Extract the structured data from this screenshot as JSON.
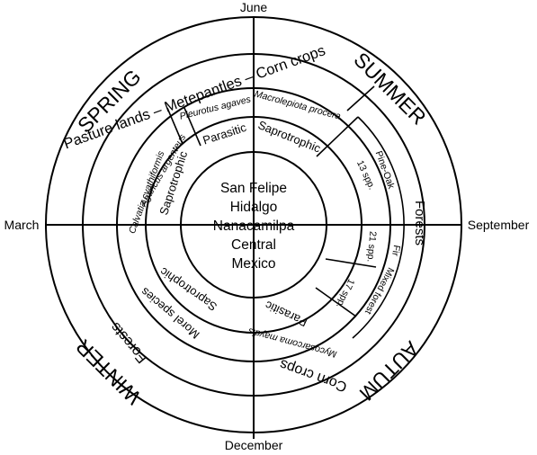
{
  "months": {
    "top": "June",
    "right": "September",
    "bottom": "December",
    "left": "March"
  },
  "seasons": {
    "spring": "SPRING",
    "summer": "SUMMER",
    "autumn": "AUTUM",
    "winter": "WINTER"
  },
  "center_lines": [
    "San Felipe",
    "Hidalgo",
    "Nanacamilpa",
    "Central",
    "Mexico"
  ],
  "habitats": {
    "spring_summer": "Pasture lands – Metepantles – Corn crops",
    "forests_right": "Forests",
    "pine_oak": "Pine-Oak",
    "fir": "Fir",
    "mixed_forest": "Mixed forest",
    "corn_crops": "Corn crops",
    "winter_forests": "Forests"
  },
  "guilds": {
    "spring_saprotrophic": "Saprotrophic",
    "spring_parasitic": "Parasitic",
    "summer_saprotrophic": "Saprotrophic",
    "autumn_parasitic": "Parasitic",
    "winter_saprotrophic": "Saprotrophic"
  },
  "species": {
    "pleurotus": "Pleurotus agaves",
    "macrolepiota": "Macrolepiota procera",
    "calvatia": "Calvatia cyathiformis",
    "agaricus": "Agaricus argenteus",
    "mycosarcoma": "Mycosarcoma maydis",
    "morel": "Morel species"
  },
  "counts": {
    "pine_oak_spp": "13 spp.",
    "fir_spp": "21 spp.",
    "mixed_spp": "17 spp."
  }
}
